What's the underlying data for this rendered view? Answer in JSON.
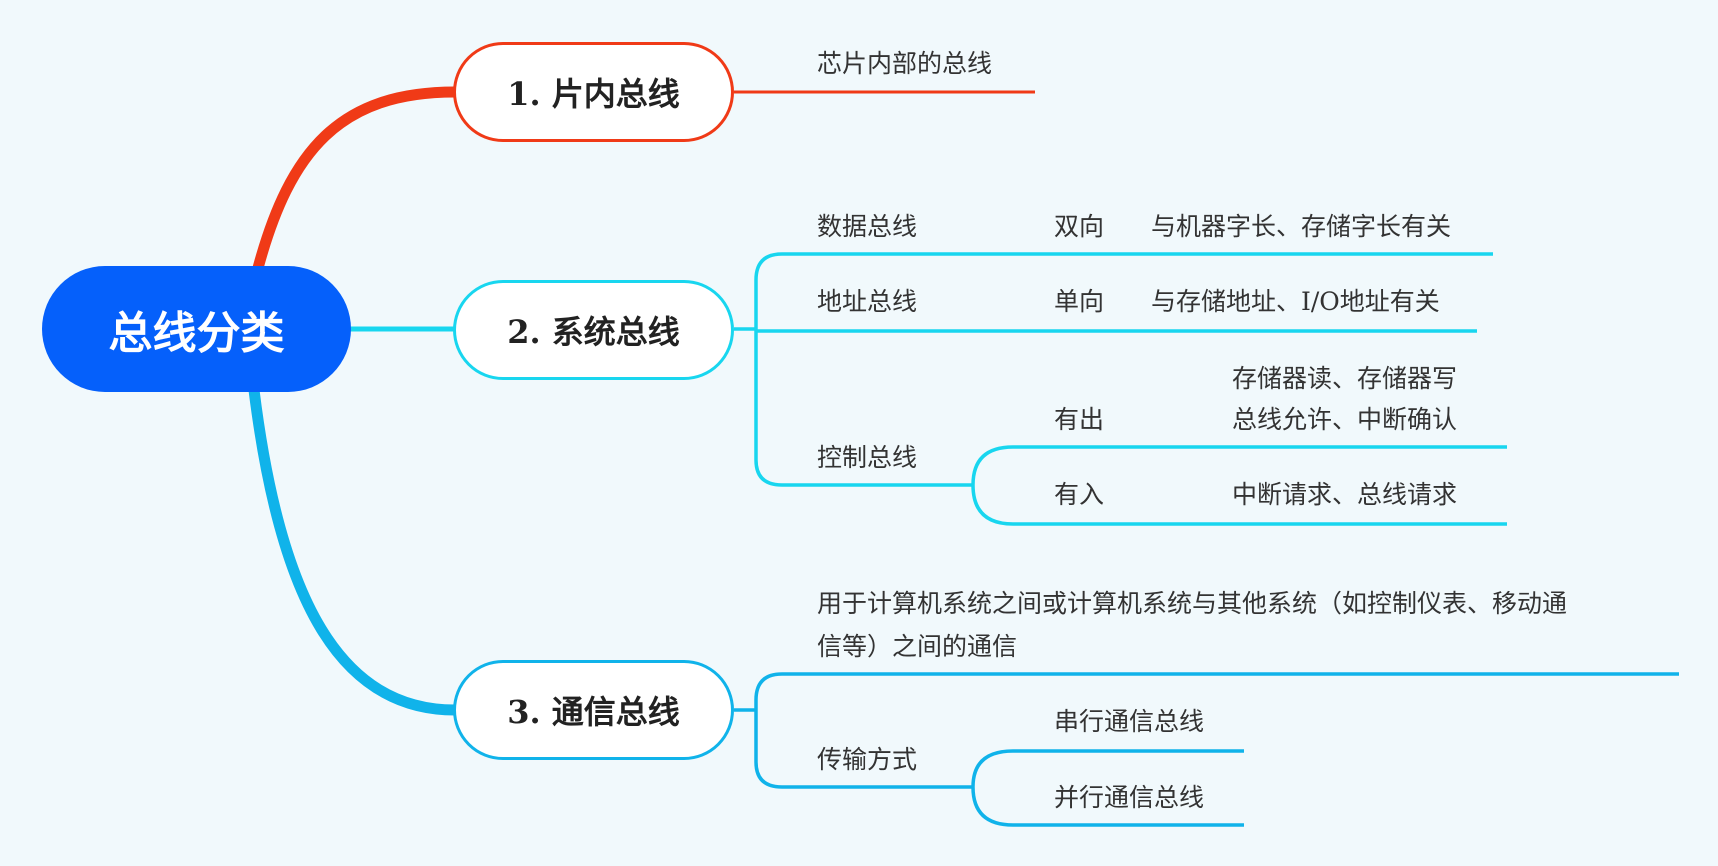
{
  "root": {
    "label": "总线分类",
    "color": "#0560fb"
  },
  "branches": [
    {
      "label": "1. 片内总线",
      "color": "#f03a17",
      "children": [
        {
          "label": "芯片内部的总线"
        }
      ]
    },
    {
      "label": "2. 系统总线",
      "color": "#18d6ef",
      "children": [
        {
          "label": "数据总线",
          "direction": "双向",
          "detail": "与机器字长、存储字长有关"
        },
        {
          "label": "地址总线",
          "direction": "单向",
          "detail": "与存储地址、I/O地址有关"
        },
        {
          "label": "控制总线",
          "sub": [
            {
              "label": "有出",
              "detail_lines": [
                "存储器读、存储器写",
                "总线允许、中断确认"
              ]
            },
            {
              "label": "有入",
              "detail": "中断请求、总线请求"
            }
          ]
        }
      ]
    },
    {
      "label": "3. 通信总线",
      "color": "#10b3ea",
      "children": [
        {
          "label_lines": [
            "用于计算机系统之间或计算机系统与其他系统（如控制仪表、移动通",
            "信等）之间的通信"
          ]
        },
        {
          "label": "传输方式",
          "sub": [
            {
              "label": "串行通信总线"
            },
            {
              "label": "并行通信总线"
            }
          ]
        }
      ]
    }
  ]
}
